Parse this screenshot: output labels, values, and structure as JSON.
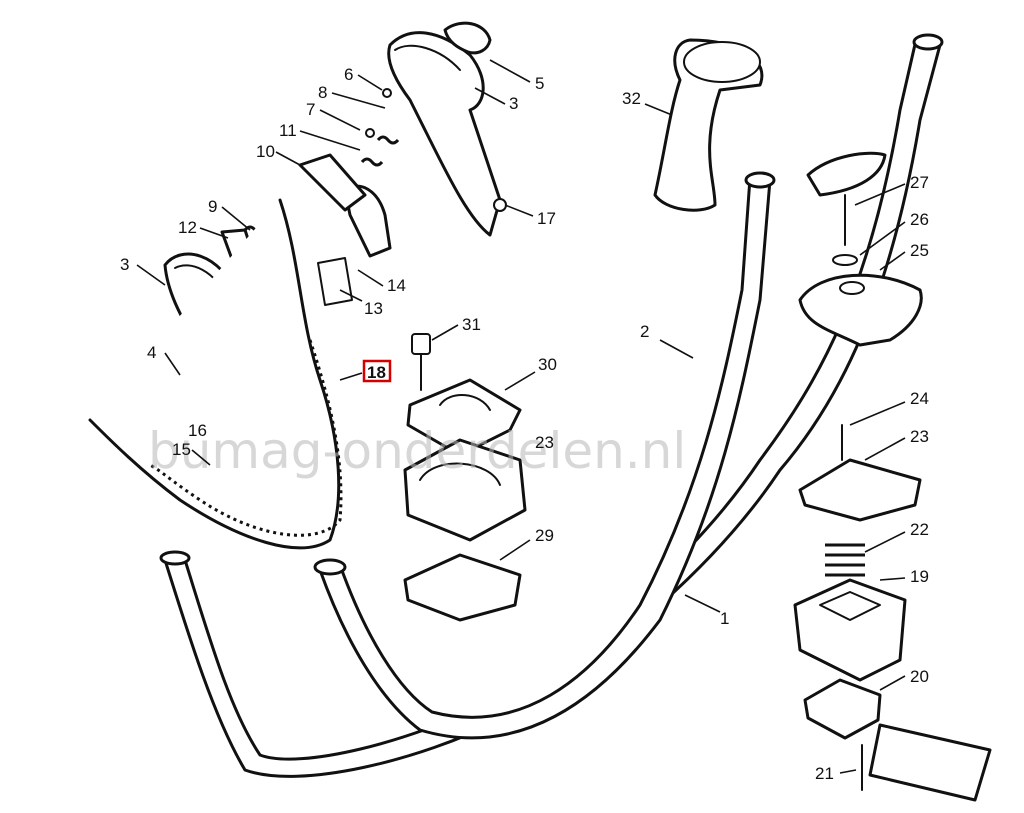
{
  "watermark": "bumag-onderdelen.nl",
  "highlight_color": "#d40000",
  "highlighted_part": "18",
  "parts": {
    "p1": "1",
    "p2": "2",
    "p3a": "3",
    "p3b": "3",
    "p4": "4",
    "p5": "5",
    "p6": "6",
    "p7": "7",
    "p8": "8",
    "p9": "9",
    "p10": "10",
    "p11": "11",
    "p12": "12",
    "p13": "13",
    "p14": "14",
    "p15": "15",
    "p16": "16",
    "p17": "17",
    "p18": "18",
    "p19": "19",
    "p20": "20",
    "p21": "21",
    "p22": "22",
    "p23a": "23",
    "p23b": "23",
    "p24": "24",
    "p25": "25",
    "p26": "26",
    "p27": "27",
    "p29": "29",
    "p30": "30",
    "p31": "31",
    "p32": "32"
  }
}
